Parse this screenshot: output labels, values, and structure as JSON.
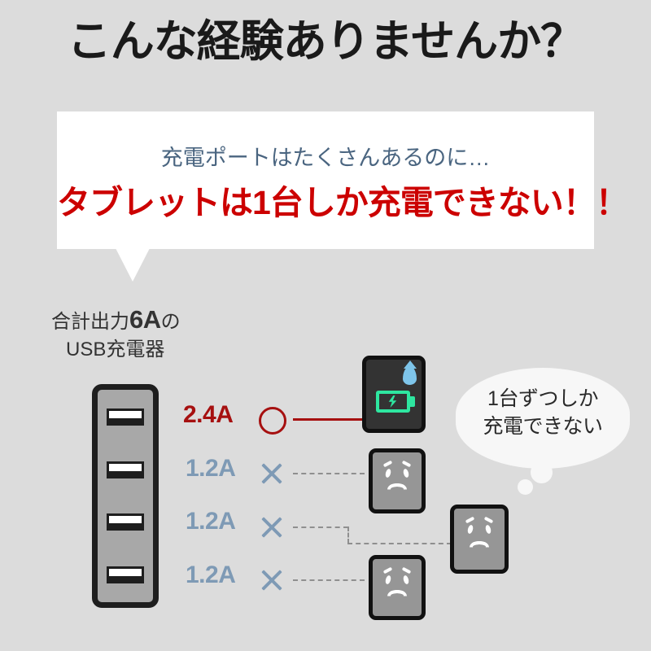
{
  "page": {
    "background_color": "#dcdcdc",
    "headline": "こんな経験ありませんか？"
  },
  "callout": {
    "line1": "充電ポートはたくさんあるのに…",
    "line1_color": "#4a6580",
    "line2": "タブレットは1台しか充電できない！！",
    "line2_color": "#cc0000",
    "background_color": "#ffffff"
  },
  "charger": {
    "caption_prefix": "合計出力",
    "caption_amp": "6A",
    "caption_suffix": "の",
    "caption_line2": "USB充電器",
    "port_count": 4,
    "body_color": "#a8a8a8",
    "border_color": "#1e1e1e"
  },
  "rows": [
    {
      "amp": "2.4A",
      "mark": "circle-mark",
      "mark_symbol": "○",
      "status": "charging",
      "amp_color": "#a61010",
      "connector": "solid-red-line"
    },
    {
      "amp": "1.2A",
      "mark": "cross-mark",
      "mark_symbol": "×",
      "status": "not-charging",
      "amp_color": "#7e9ab5",
      "connector": "dashed-gray-line"
    },
    {
      "amp": "1.2A",
      "mark": "cross-mark",
      "mark_symbol": "×",
      "status": "not-charging",
      "amp_color": "#7e9ab5",
      "connector": "dashed-gray-line"
    },
    {
      "amp": "1.2A",
      "mark": "cross-mark",
      "mark_symbol": "×",
      "status": "not-charging",
      "amp_color": "#7e9ab5",
      "connector": "dashed-gray-line"
    }
  ],
  "tablets": {
    "charging": {
      "icon": "battery-charging-icon",
      "accent_color": "#2ee6a0",
      "drop_icon": "water-drop-icon",
      "drop_color": "#7ec5ea",
      "body_color": "#333333"
    },
    "sad": {
      "icon": "sad-face-icon",
      "body_color": "#969696",
      "count": 3
    }
  },
  "bubble": {
    "line1": "1台ずつしか",
    "line2": "充電できない",
    "background_color": "#f7f7f7"
  }
}
